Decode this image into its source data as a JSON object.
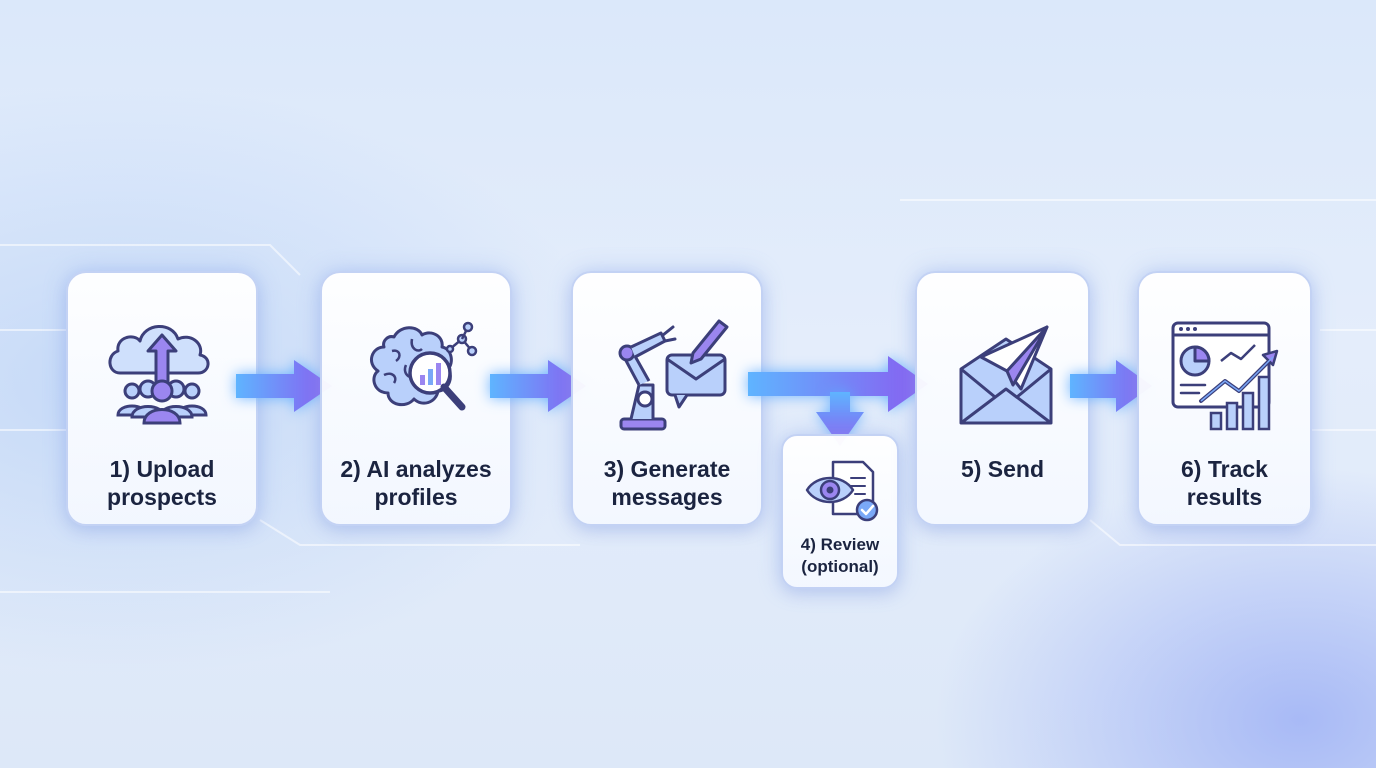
{
  "steps": [
    {
      "id": 1,
      "label": "1) Upload\nprospects",
      "icon": "cloud-upload-people-icon"
    },
    {
      "id": 2,
      "label": "2) AI analyzes\nprofiles",
      "icon": "brain-magnifier-chart-icon"
    },
    {
      "id": 3,
      "label": "3) Generate\nmessages",
      "icon": "robot-arm-envelope-pen-icon"
    },
    {
      "id": 4,
      "label": "4) Review\n(optional)",
      "icon": "eye-document-check-icon"
    },
    {
      "id": 5,
      "label": "5) Send",
      "icon": "envelope-paper-plane-icon"
    },
    {
      "id": 6,
      "label": "6) Track\nresults",
      "icon": "dashboard-growth-chart-icon"
    }
  ],
  "colors": {
    "arrow_start": "#5fb4ff",
    "arrow_end": "#8a5cf0",
    "icon_stroke": "#3c3f7a",
    "icon_fill_blue": "#b9d0fb",
    "icon_fill_purple": "#9b86f0",
    "card_border": "#c3d2f4"
  }
}
